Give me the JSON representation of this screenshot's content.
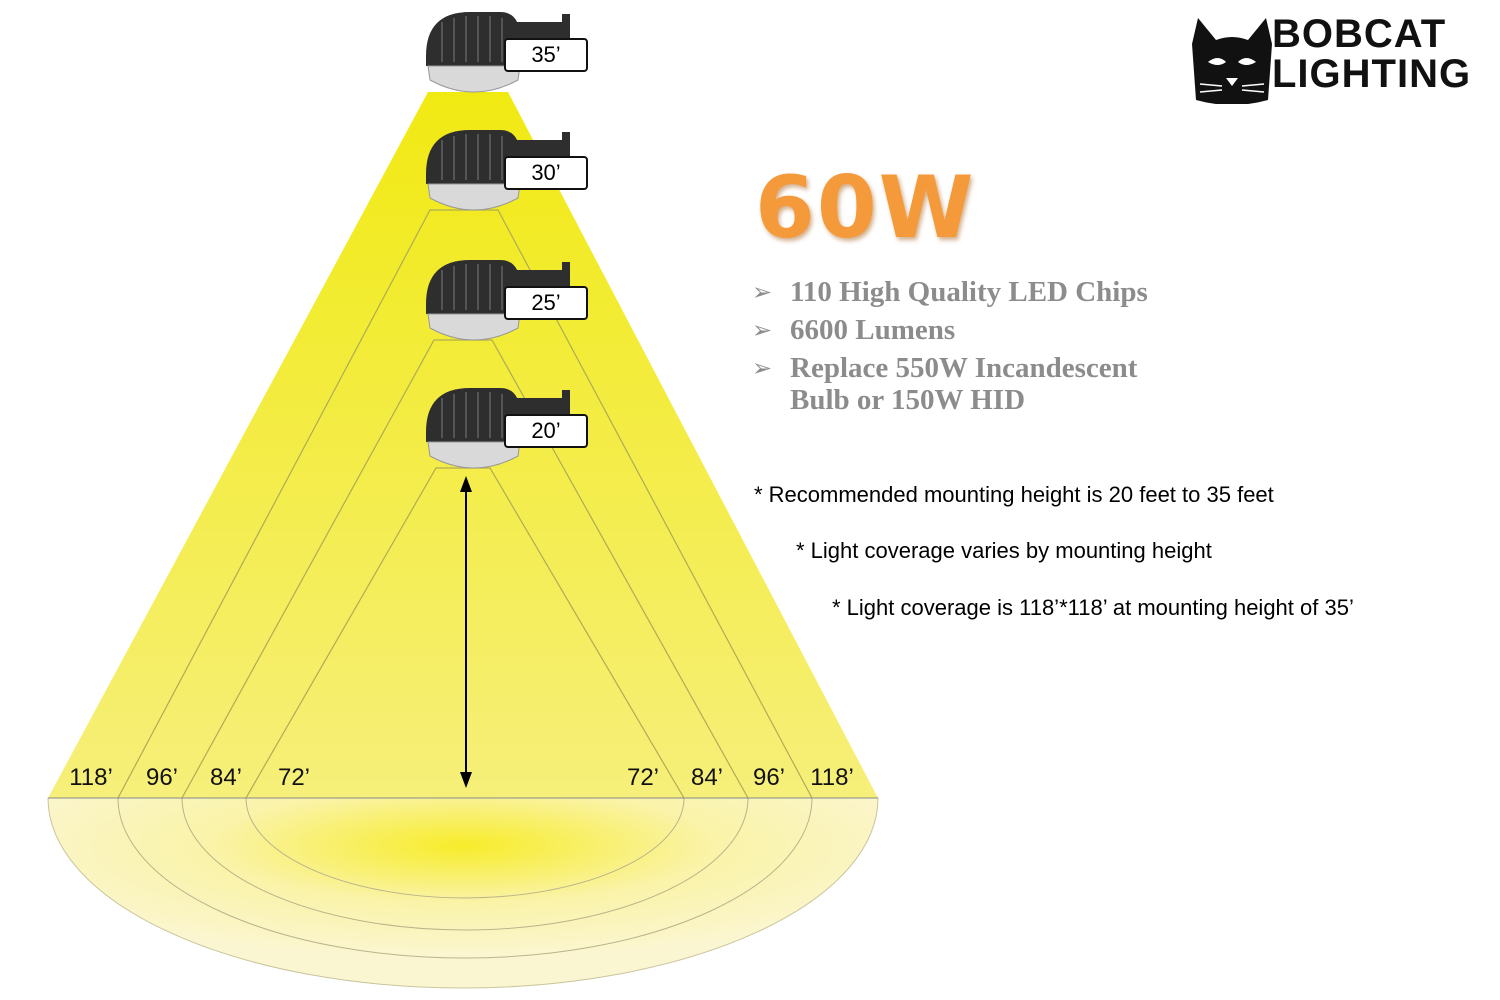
{
  "brand": {
    "name_line1": "BOBCAT",
    "name_line2": "LIGHTING",
    "logo_icon": "bobcat-head-icon"
  },
  "wattage": "60W",
  "features": [
    {
      "bullet_icon": "arrow-bullet-icon",
      "line1": "110 High Quality LED Chips"
    },
    {
      "bullet_icon": "arrow-bullet-icon",
      "line1": "6600 Lumens"
    },
    {
      "bullet_icon": "arrow-bullet-icon",
      "line1": "Replace 550W Incandescent",
      "line2": "Bulb or 150W HID"
    }
  ],
  "notes": [
    "* Recommended mounting height is 20 feet to 35 feet",
    "* Light coverage varies by mounting height",
    "* Light coverage is  118’*118’  at mounting height of 35’"
  ],
  "mounting_heights": [
    "35’",
    "30’",
    "25’",
    "20’"
  ],
  "coverage_widths": {
    "left": [
      "118’",
      "96’",
      "84’",
      "72’"
    ],
    "right": [
      "72’",
      "84’",
      "96’",
      "118’"
    ]
  },
  "colors": {
    "light_yellow": "#f3ec1e",
    "wattage_orange": "#f49a3a",
    "feature_gray": "#8c8c8c",
    "fixture_dark": "#2e2e2e"
  }
}
